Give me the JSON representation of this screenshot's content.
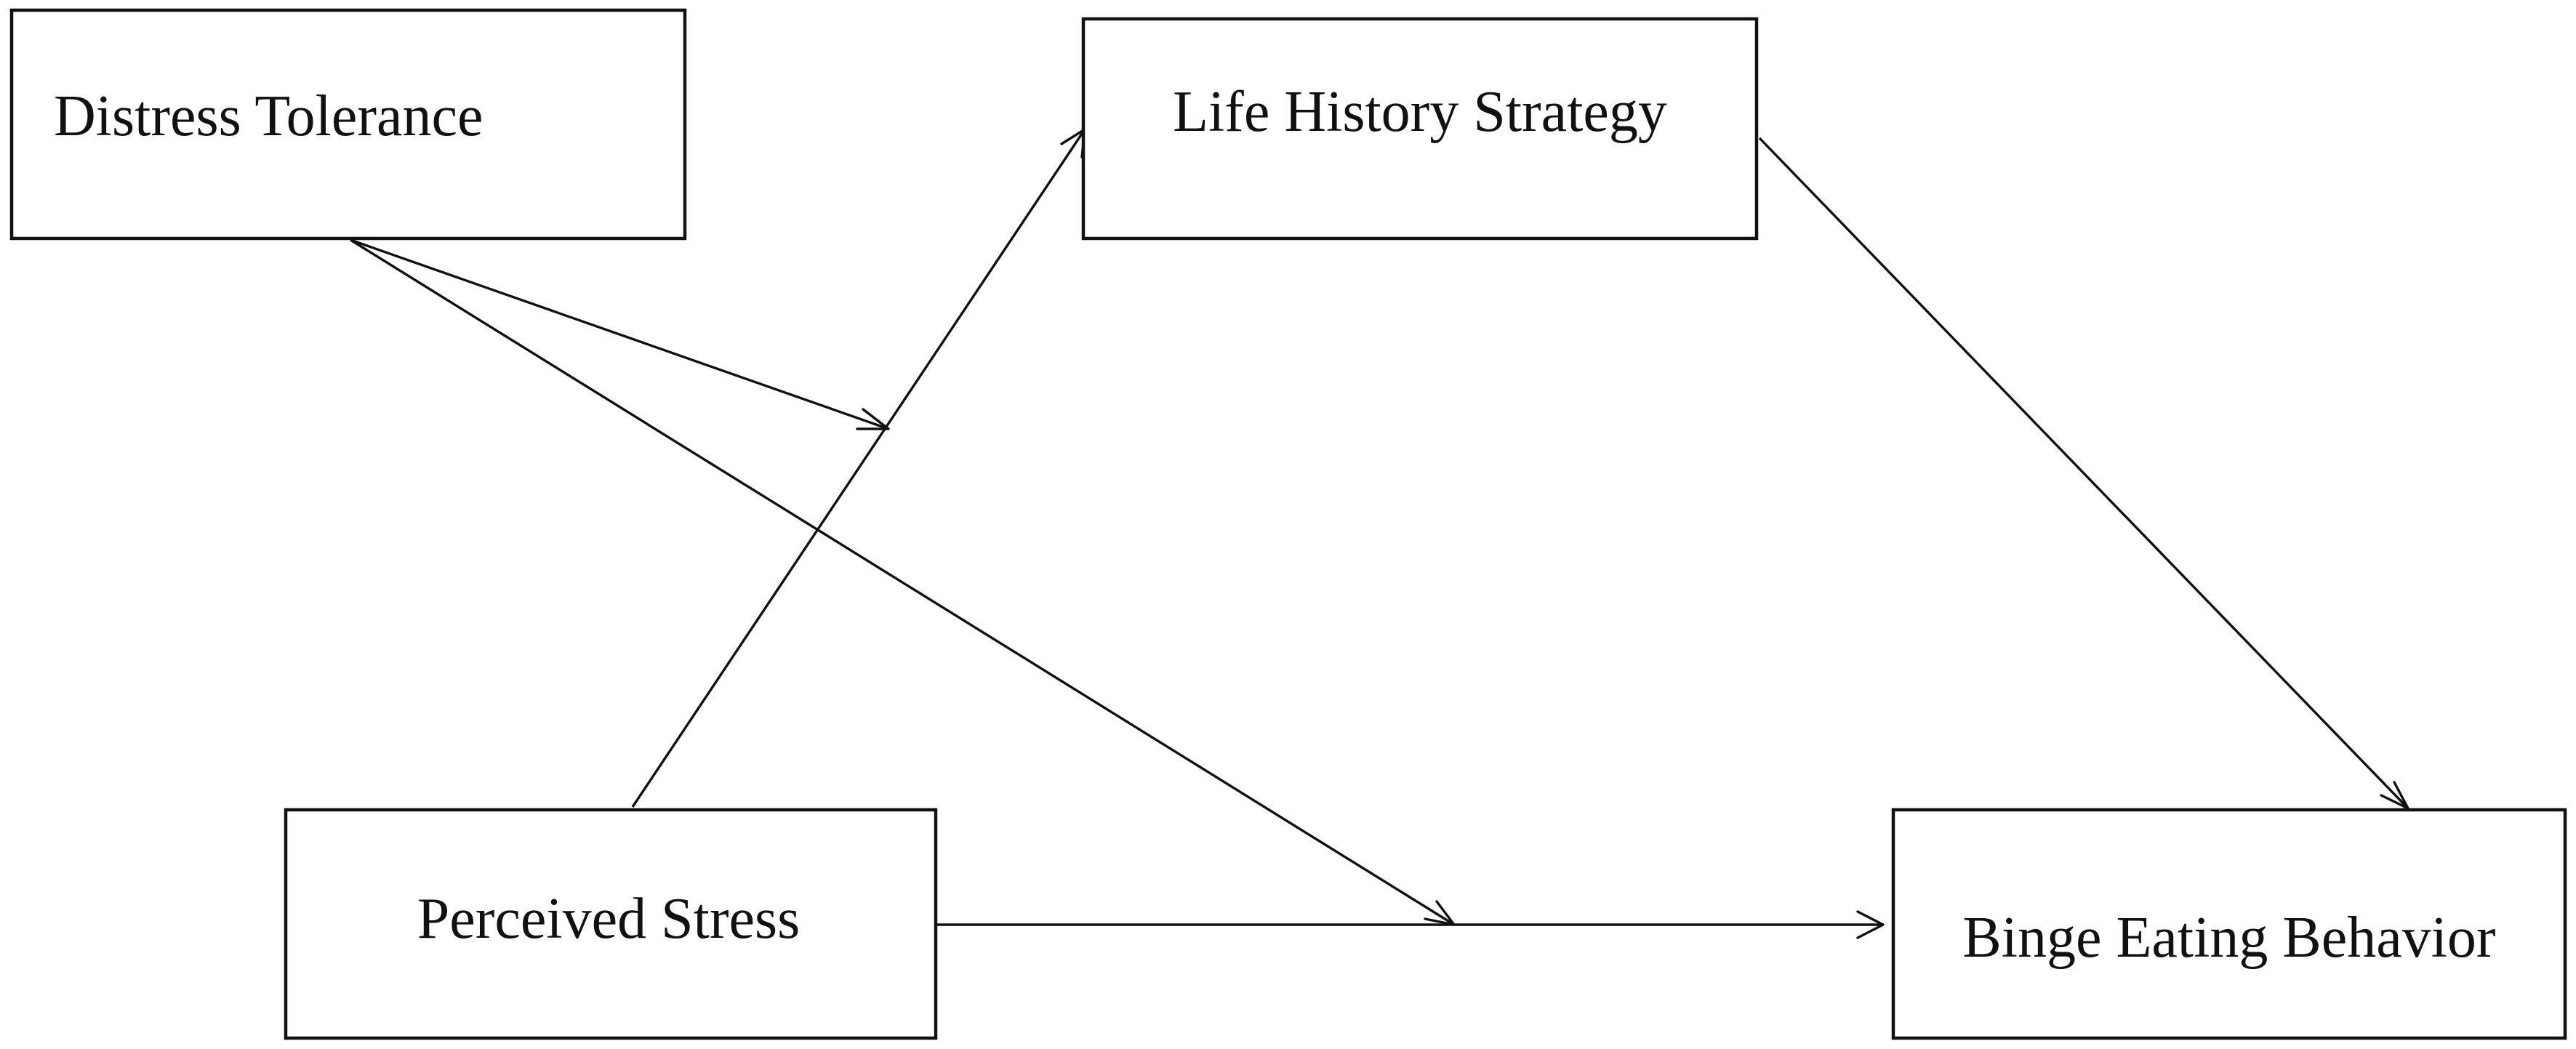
{
  "diagram": {
    "nodes": {
      "distress_tolerance": "Distress Tolerance",
      "life_history_strategy": "Life History Strategy",
      "perceived_stress": "Perceived Stress",
      "binge_eating_behavior": "Binge Eating Behavior"
    },
    "colors": {
      "line": "#111111",
      "background": "#ffffff"
    }
  }
}
